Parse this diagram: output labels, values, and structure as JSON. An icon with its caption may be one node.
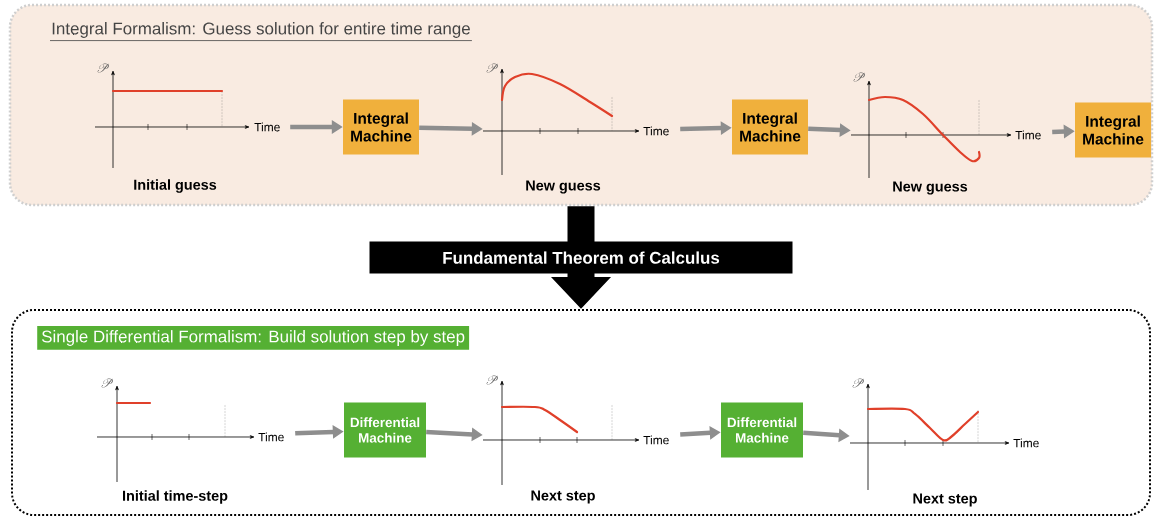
{
  "diagram": {
    "nodes": [
      {
        "text": [
          "Integral Formalism: Guess solution for entire time range"
        ]
      },
      {
        "text": [
          "\\mathscr{P}",
          "Time"
        ],
        "beside": [
          "Initial guess"
        ],
        "in": 0
      },
      {
        "text": [
          "Integral Machine"
        ],
        "in": 0
      },
      {
        "text": [
          "\\mathscr{P}",
          "Time"
        ],
        "beside": [
          "New guess"
        ],
        "in": 0
      },
      {
        "text": [
          "Integral Machine"
        ],
        "in": 0
      },
      {
        "text": [
          "\\mathscr{P}",
          "Time"
        ],
        "beside": [
          "New guess"
        ],
        "in": 0
      },
      {
        "text": [
          "Integral Machine"
        ],
        "in": 0
      },
      {
        "text": [
          "Single Differential Formalism: Build solution step by step"
        ]
      },
      {
        "text": [
          "\\mathscr{P}",
          "Time"
        ],
        "beside": [
          "Initial time-step"
        ],
        "in": 7
      },
      {
        "text": [
          "Differential Machine"
        ],
        "in": 7
      },
      {
        "text": [
          "\\mathscr{P}",
          "Time"
        ],
        "beside": [
          "Next step"
        ],
        "in": 7
      },
      {
        "text": [
          "Differential Machine"
        ],
        "in": 7
      },
      {
        "text": [
          "\\mathscr{P}",
          "Time"
        ],
        "beside": [
          "Next step"
        ],
        "in": 7
      }
    ],
    "edges": [
      {
        "from": 1,
        "to": 2,
        "arrow": "to"
      },
      {
        "from": 2,
        "to": 3,
        "arrow": "to"
      },
      {
        "from": 3,
        "to": 4,
        "arrow": "to"
      },
      {
        "from": 4,
        "to": 5,
        "arrow": "to"
      },
      {
        "from": 5,
        "to": 6,
        "arrow": "to"
      },
      {
        "from": 0,
        "to": 7,
        "arrow": "to",
        "label": "Fundamental Theorem of Calculus",
        "style": "thick",
        "color": "#000000"
      },
      {
        "from": 8,
        "to": 9,
        "arrow": "to"
      },
      {
        "from": 9,
        "to": 10,
        "arrow": "to"
      },
      {
        "from": 10,
        "to": 11,
        "arrow": "to"
      },
      {
        "from": 11,
        "to": 12,
        "arrow": "to"
      }
    ]
  }
}
